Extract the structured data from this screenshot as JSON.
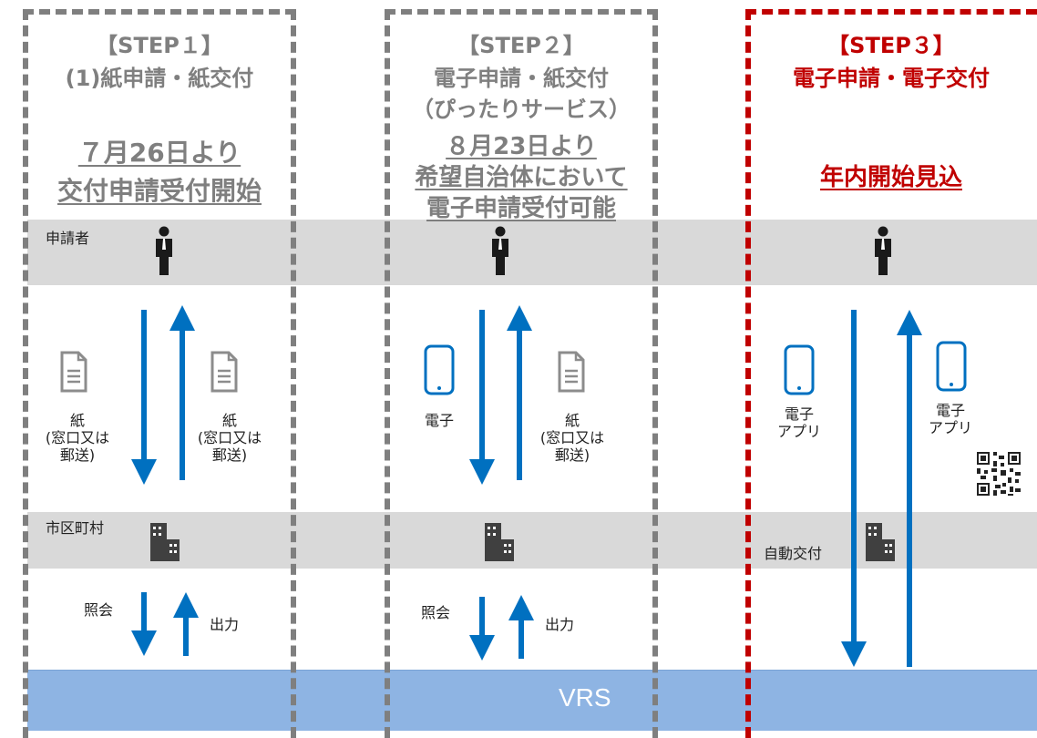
{
  "vrs_label": "VRS",
  "colors": {
    "accent_blue": "#0070c0",
    "step3_red": "#c00000",
    "column_grey": "#7f7f7f",
    "band_grey": "#d9d9d9",
    "vrs_blue": "#8eb4e3"
  },
  "rows": {
    "applicant": "申請者",
    "municipality": "市区町村",
    "auto_issue": "自動交付"
  },
  "steps": [
    {
      "title": "【STEP１】",
      "subtitle": [
        "(1)紙申請・紙交付"
      ],
      "date_lines": [
        "７月26日より",
        "交付申請受付開始"
      ],
      "down_label": [
        "紙",
        "(窓口又は",
        "郵送)"
      ],
      "up_label": [
        "紙",
        "(窓口又は",
        "郵送)"
      ],
      "query_label": "照会",
      "output_label": "出力"
    },
    {
      "title": "【STEP２】",
      "subtitle": [
        "電子申請・紙交付",
        "（ぴったりサービス）"
      ],
      "date_lines": [
        "８月23日より",
        "希望自治体において",
        "電子申請受付可能"
      ],
      "down_label": [
        "電子"
      ],
      "up_label": [
        "紙",
        "(窓口又は",
        "郵送)"
      ],
      "query_label": "照会",
      "output_label": "出力"
    },
    {
      "title": "【STEP３】",
      "subtitle": [
        "電子申請・電子交付"
      ],
      "date_lines": [
        "年内開始見込"
      ],
      "down_label": [
        "電子",
        "アプリ"
      ],
      "up_label": [
        "電子",
        "アプリ"
      ]
    }
  ],
  "icons": [
    "person-icon",
    "document-icon",
    "tablet-icon",
    "building-icon",
    "qr-code-icon",
    "arrow-down-icon",
    "arrow-up-icon"
  ]
}
